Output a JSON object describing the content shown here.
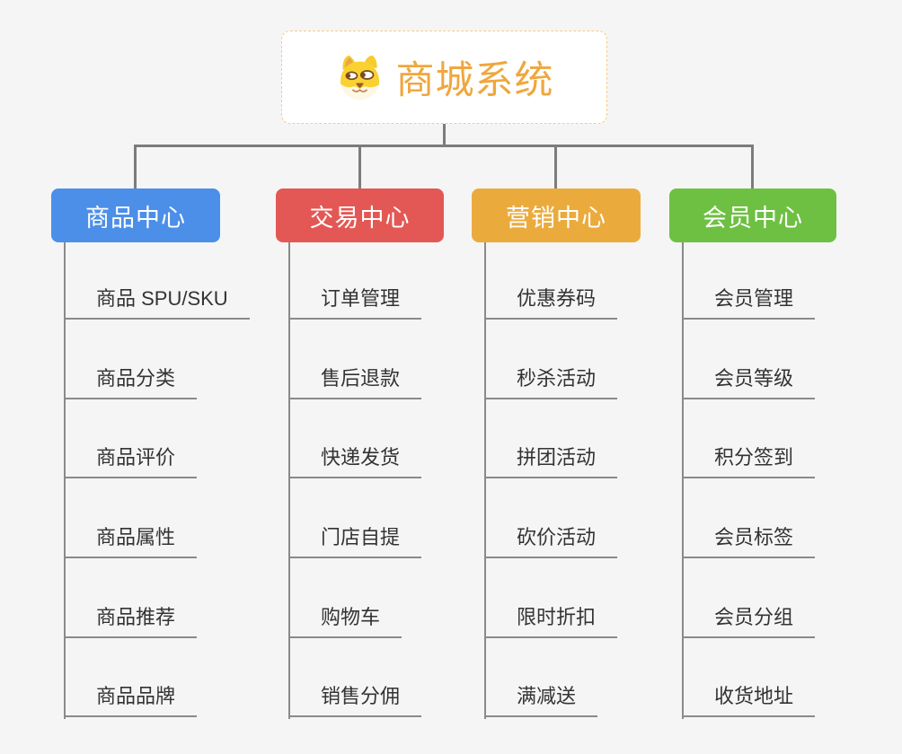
{
  "root": {
    "title": "商城系统",
    "title_color": "#efa73e",
    "icon": "doge-icon"
  },
  "branches": [
    {
      "label": "商品中心",
      "color": "#4c8fe8",
      "items": [
        "商品 SPU/SKU",
        "商品分类",
        "商品评价",
        "商品属性",
        "商品推荐",
        "商品品牌"
      ]
    },
    {
      "label": "交易中心",
      "color": "#e35854",
      "items": [
        "订单管理",
        "售后退款",
        "快递发货",
        "门店自提",
        "购物车",
        "销售分佣"
      ]
    },
    {
      "label": "营销中心",
      "color": "#ebab3c",
      "items": [
        "优惠券码",
        "秒杀活动",
        "拼团活动",
        "砍价活动",
        "限时折扣",
        "满减送"
      ]
    },
    {
      "label": "会员中心",
      "color": "#6ec043",
      "items": [
        "会员管理",
        "会员等级",
        "积分签到",
        "会员标签",
        "会员分组",
        "收货地址"
      ]
    }
  ],
  "colors": {
    "background": "#f5f5f5",
    "connector": "#7c7c7c",
    "branch_line": "#8a8a8a",
    "item_text": "#333333",
    "root_border": "#f6cb85"
  }
}
